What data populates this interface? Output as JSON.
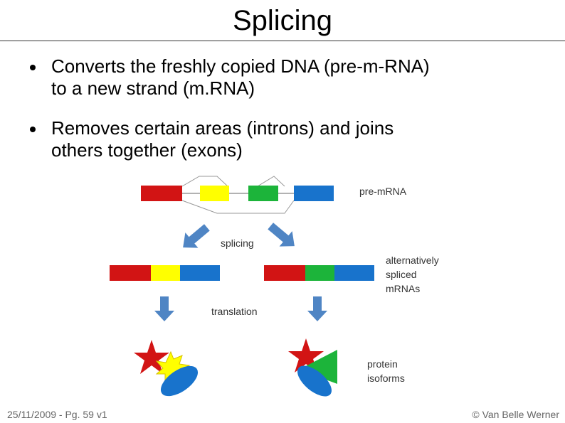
{
  "title": "Splicing",
  "bullets": [
    {
      "line1": "Converts the freshly copied DNA (pre-m-RNA)",
      "line2": "to a new strand (m.RNA)"
    },
    {
      "line1": "Removes certain areas (introns) and joins",
      "line2": "others together (exons)"
    }
  ],
  "diagram": {
    "pre_mrna_label": "pre-mRNA",
    "splicing_label": "splicing",
    "alt_label": [
      "alternatively",
      "spliced",
      "mRNAs"
    ],
    "translation_label": "translation",
    "protein_label": [
      "protein",
      "isoforms"
    ],
    "colors": {
      "red": "#d21414",
      "yellow": "#ffff00",
      "green": "#1cb43a",
      "blue": "#1873cc",
      "arrow": "#4f85c4"
    }
  },
  "footer": {
    "left": "25/11/2009 - Pg. 59 v1",
    "right": "© Van Belle Werner"
  }
}
